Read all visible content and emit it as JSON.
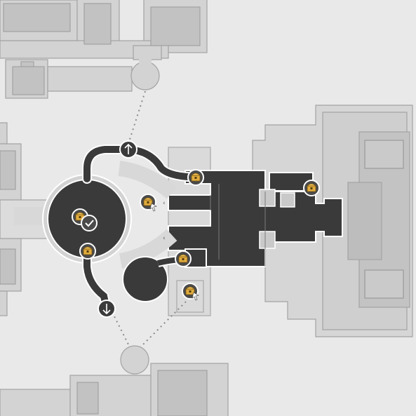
{
  "map": {
    "colors": {
      "background": "#e9e9e9",
      "building_light": "#d4d4d4",
      "building_mid": "#bfbfbf",
      "building_outline": "#9e9e9e",
      "walkable_dark": "#3a3a3a",
      "walkable_edge": "#ffffff",
      "marker_ring": "#4a4a4a",
      "chest_gold": "#d9a73a",
      "path_dots": "#8a8a8a"
    },
    "markers": [
      {
        "id": "chest-top-corridor",
        "icon": "treasure-chest-icon"
      },
      {
        "id": "chest-east-hall",
        "icon": "treasure-chest-icon"
      },
      {
        "id": "chest-west-door",
        "icon": "treasure-chest-icon",
        "collected": true
      },
      {
        "id": "chest-plaza-1",
        "icon": "treasure-chest-icon"
      },
      {
        "id": "chest-plaza-2",
        "icon": "treasure-chest-icon",
        "collected": true
      },
      {
        "id": "chest-plaza-south",
        "icon": "treasure-chest-icon"
      },
      {
        "id": "chest-lower-corridor",
        "icon": "treasure-chest-icon"
      },
      {
        "id": "chest-south-room",
        "icon": "treasure-chest-icon",
        "collected": true
      }
    ],
    "arrows": [
      {
        "id": "arrow-north",
        "icon": "arrow-up-icon"
      },
      {
        "id": "arrow-south",
        "icon": "arrow-down-icon"
      }
    ]
  }
}
